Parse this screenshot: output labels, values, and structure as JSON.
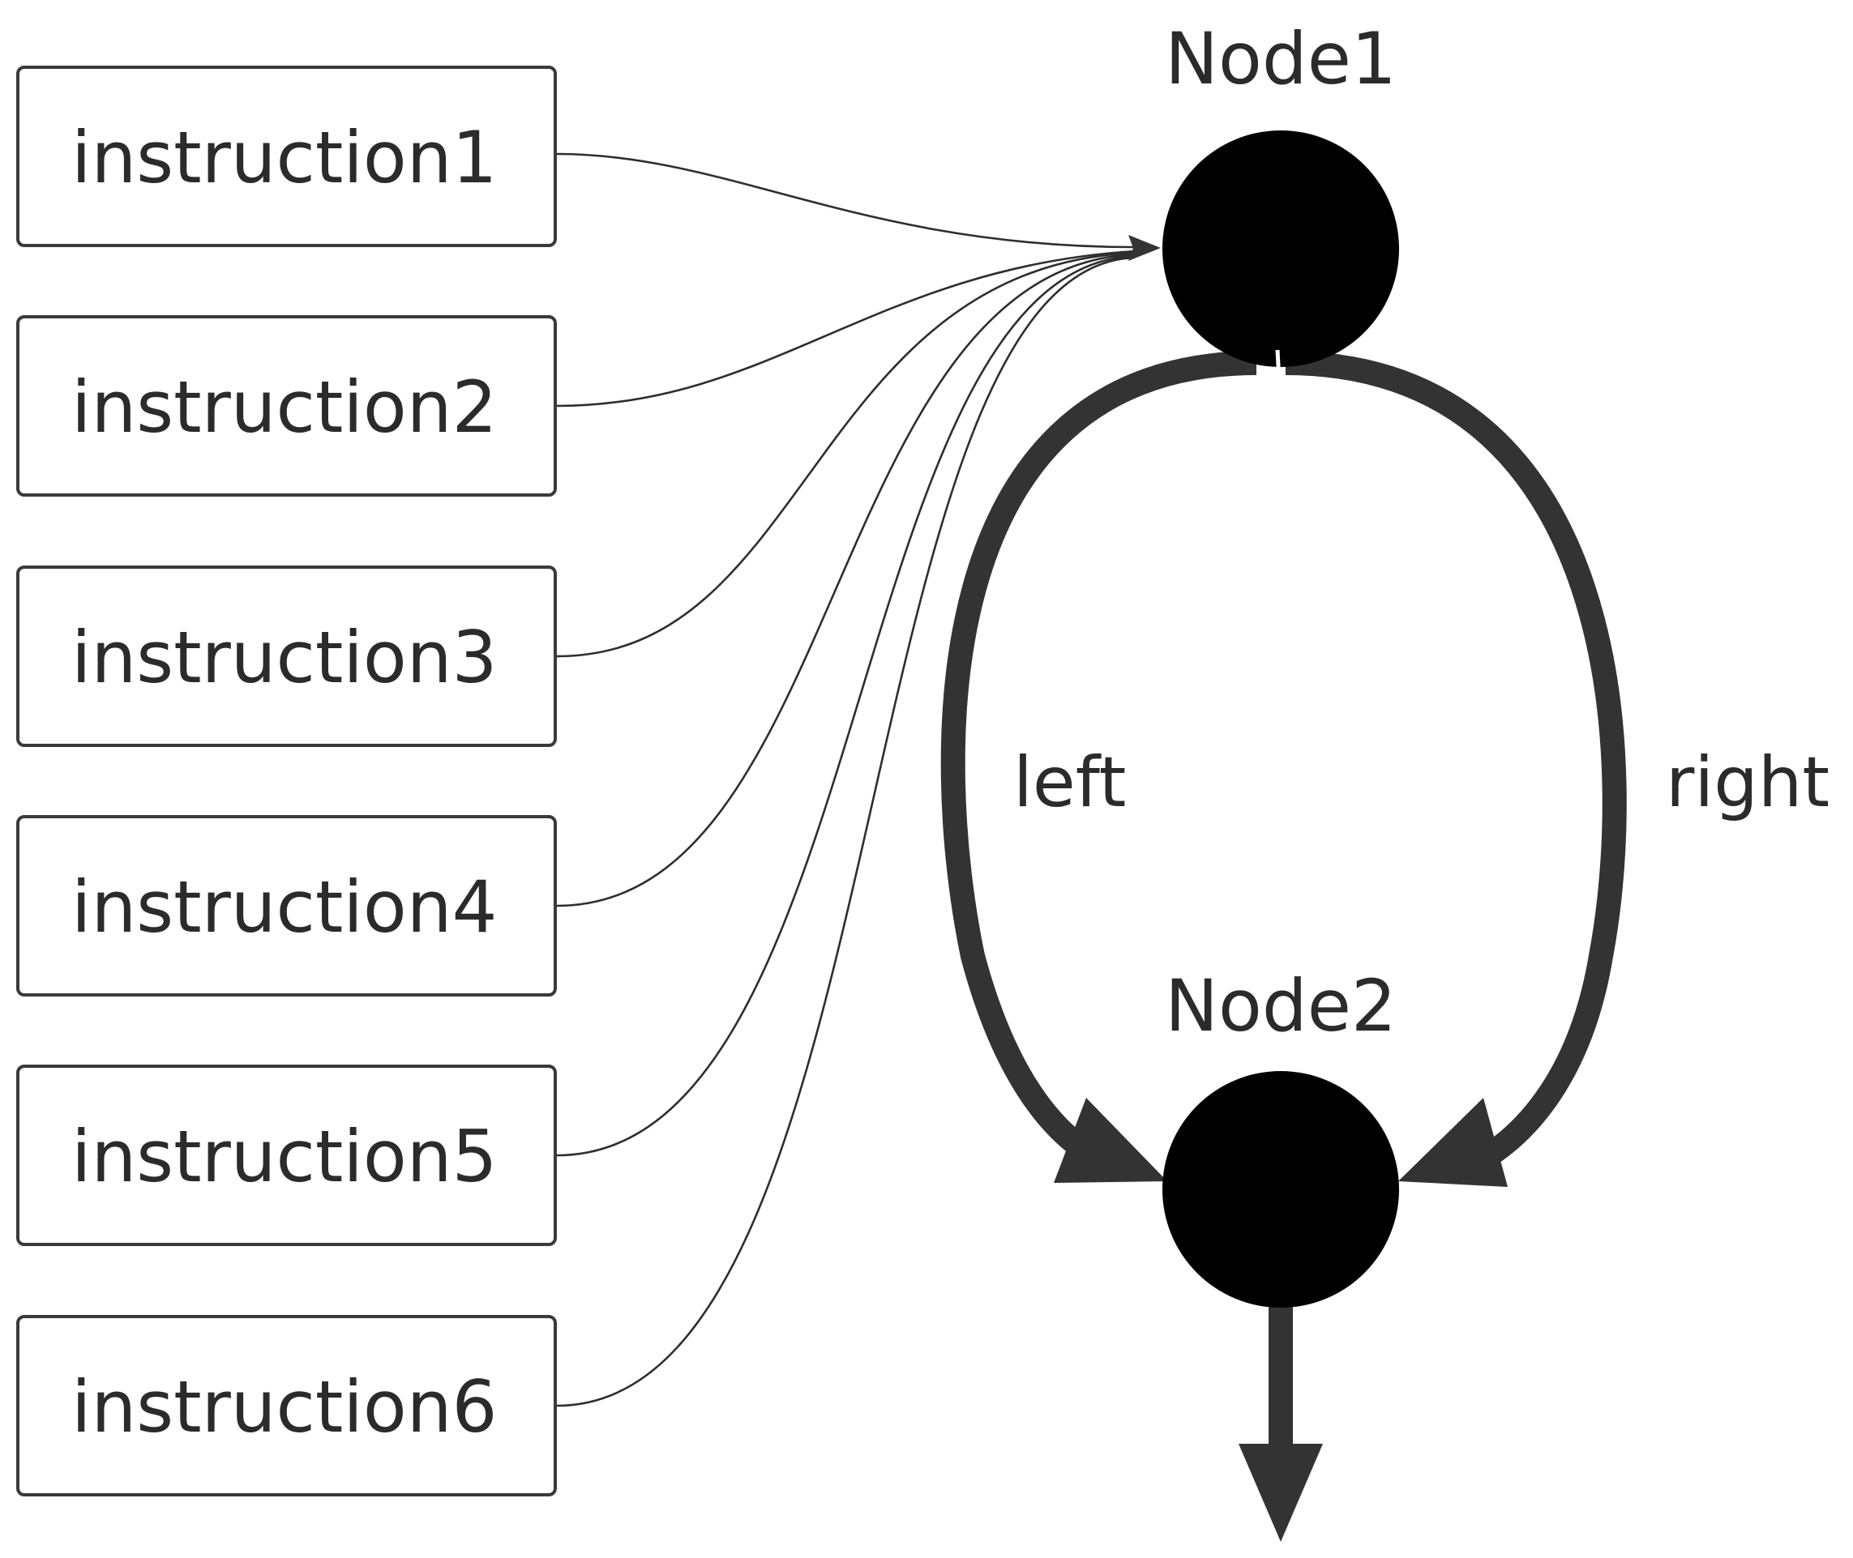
{
  "diagram": {
    "instructions": [
      {
        "label": "instruction1"
      },
      {
        "label": "instruction2"
      },
      {
        "label": "instruction3"
      },
      {
        "label": "instruction4"
      },
      {
        "label": "instruction5"
      },
      {
        "label": "instruction6"
      }
    ],
    "nodes": {
      "node1": {
        "label": "Node1"
      },
      "node2": {
        "label": "Node2"
      }
    },
    "edges": {
      "left": {
        "label": "left"
      },
      "right": {
        "label": "right"
      }
    },
    "colors": {
      "node_fill": "#000000",
      "edge_stroke": "#333333",
      "box_stroke": "#3a3a3a",
      "text": "#2b2b2b"
    }
  }
}
